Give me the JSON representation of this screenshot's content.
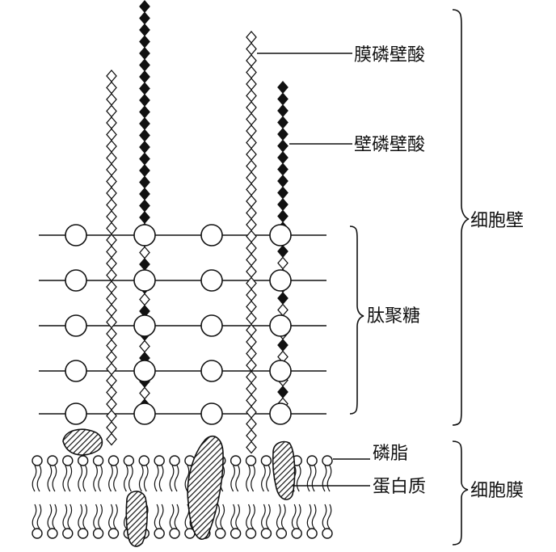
{
  "labels": {
    "lipoteichoic_acid": "膜磷壁酸",
    "wall_teichoic_acid": "壁磷壁酸",
    "peptidoglycan": "肽聚糖",
    "cell_wall": "细胞壁",
    "phospholipid": "磷脂",
    "protein": "蛋白质",
    "cell_membrane": "细胞膜"
  },
  "colors": {
    "line": "#111111",
    "fill": "#ffffff"
  }
}
